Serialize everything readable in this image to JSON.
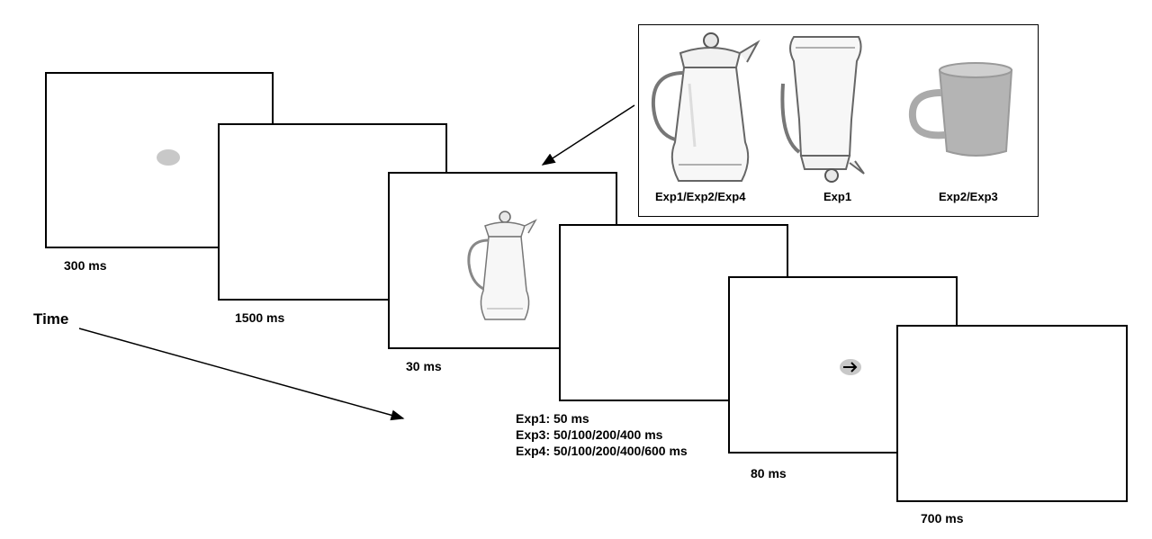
{
  "time_label": "Time",
  "frames": [
    {
      "duration": "300 ms",
      "content": "gray-dot"
    },
    {
      "duration": "1500 ms",
      "content": "blank"
    },
    {
      "duration": "30 ms",
      "content": "pitcher-prime"
    },
    {
      "duration_lines": [
        "Exp1: 50 ms",
        "Exp3: 50/100/200/400 ms",
        "Exp4: 50/100/200/400/600 ms"
      ],
      "content": "blank"
    },
    {
      "duration": "80 ms",
      "content": "arrow-target"
    },
    {
      "duration": "700 ms",
      "content": "blank"
    }
  ],
  "inset": {
    "objects": [
      {
        "label": "Exp1/Exp2/Exp4",
        "icon": "pitcher-icon"
      },
      {
        "label": "Exp1",
        "icon": "inverted-pitcher-icon"
      },
      {
        "label": "Exp2/Exp3",
        "icon": "mug-icon"
      }
    ]
  },
  "colors": {
    "dot": "#c8c8c8",
    "frame_border": "#000000",
    "mug": "#b4b4b4"
  }
}
